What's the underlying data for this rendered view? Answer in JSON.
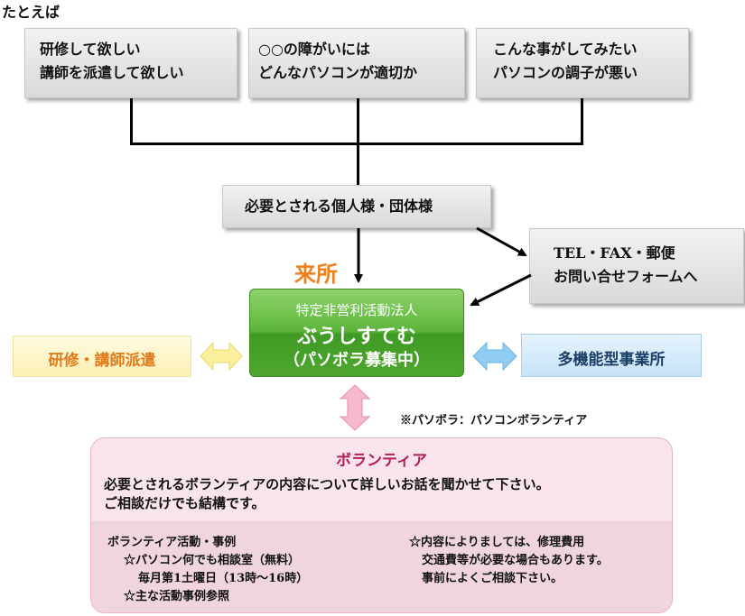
{
  "heading": "たとえば",
  "top_boxes": [
    {
      "line1": "研修して欲しい",
      "line2": "講師を派遣して欲しい"
    },
    {
      "line1": "○○の障がいには",
      "line2": "どんなパソコンが適切か"
    },
    {
      "line1": "こんな事がしてみたい",
      "line2": "パソコンの調子が悪い"
    }
  ],
  "middle_box": "必要とされる個人様・団体様",
  "contact_box": {
    "line1": "TEL・FAX・郵便",
    "line2": "お問い合せフォームへ"
  },
  "visit_label": "来所",
  "center": {
    "line1": "特定非営利活動法人",
    "line2": "ぶうしすてむ",
    "line3": "（パソボラ募集中）"
  },
  "left_box": "研修・講師派遣",
  "right_box": "多機能型事業所",
  "note": "※パソボラ：パソコンボランティア",
  "volunteer": {
    "title": "ボランティア",
    "desc1": "必要とされるボランティアの内容について詳しいお話を聞かせて下さい。",
    "desc2": "ご相談だけでも結構です。",
    "left": [
      "ボランティア活動・事例",
      "☆パソコン何でも相談室（無料）",
      "毎月第1土曜日（13時～16時）",
      "☆主な活動事例参照"
    ],
    "right": [
      "☆内容によりましては、修理費用",
      "交通費等が必要な場合もあります。",
      "事前によくご相談下さい。"
    ]
  },
  "colors": {
    "green": "#5cb53a",
    "orange": "#f0801e",
    "yellow_box": "#fdf5c8",
    "blue_box": "#d6ecfa",
    "pink_panel": "#f9e3ec",
    "volunteer_title": "#b0215a"
  }
}
